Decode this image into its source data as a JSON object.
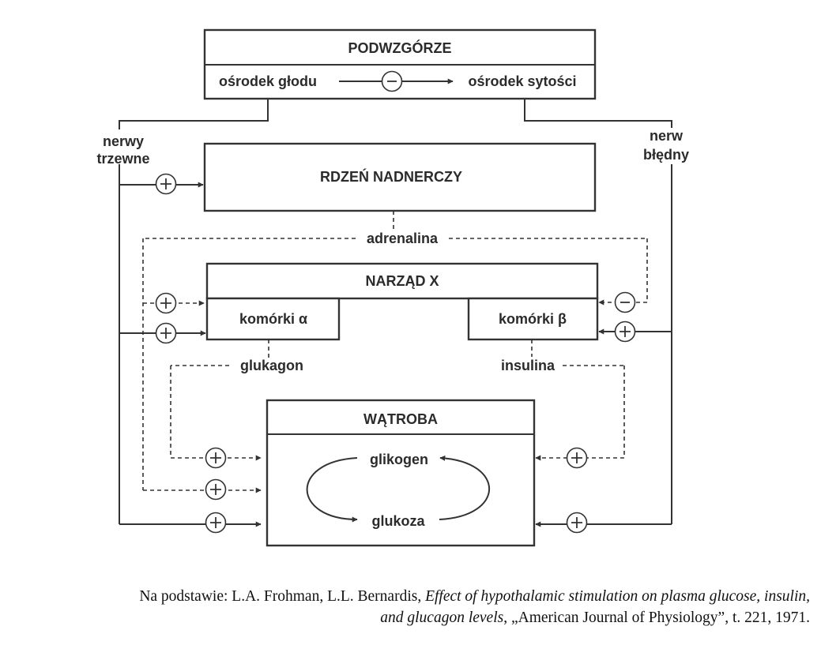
{
  "boxes": {
    "podwzgorze": "PODWZGÓRZE",
    "osrodek_glodu": "ośrodek głodu",
    "osrodek_sytosci": "ośrodek sytości",
    "rdzen": "RDZEŃ NADNERCZY",
    "narzad": "NARZĄD X",
    "komorki_alfa": "komórki α",
    "komorki_beta": "komórki β",
    "watroba": "WĄTROBA",
    "glikogen": "glikogen",
    "glukoza": "glukoza"
  },
  "labels": {
    "nerwy_line1": "nerwy",
    "nerwy_line2": "trzewne",
    "nerw_line1": "nerw",
    "nerw_line2": "błędny",
    "adrenalina": "adrenalina",
    "glukagon": "glukagon",
    "insulina": "insulina"
  },
  "signs": {
    "plus": "+",
    "minus": "-"
  },
  "caption": {
    "line1_prefix": "Na podstawie: L.A. Frohman, L.L. Bernardis, ",
    "line1_title": "Effect of hypothalamic stimulation on plasma glucose, insulin,",
    "line2_title": "and glucagon levels",
    "line2_suffix": ", „American Journal of Physiology”, t. 221, 1971."
  }
}
